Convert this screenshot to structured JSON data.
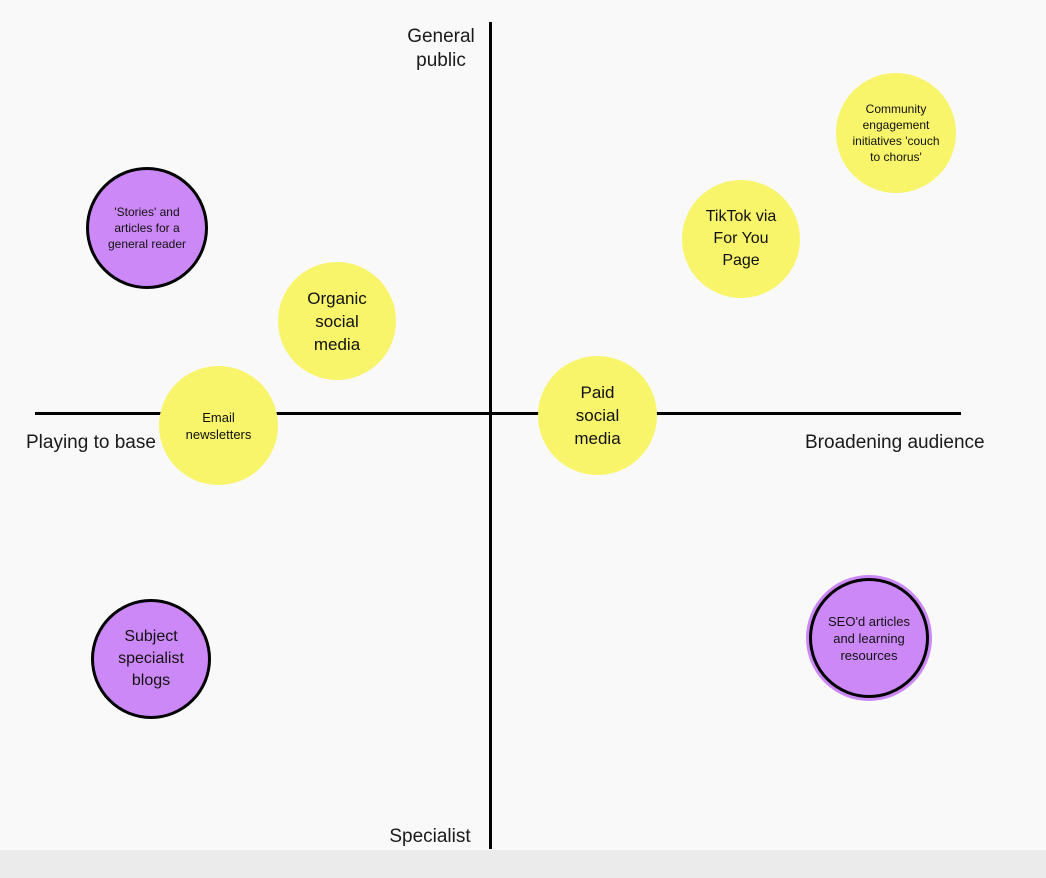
{
  "axes": {
    "top": "General public",
    "bottom": "Specialist",
    "left": "Playing to base",
    "right": "Broadening audience"
  },
  "colors": {
    "yellow": "#f8f56a",
    "purple": "#cc88f7",
    "axis": "#000000",
    "background": "#f9f9f9"
  },
  "items": {
    "stories": "'Stories' and articles for a general reader",
    "organic": "Organic social media",
    "email": "Email newsletters",
    "paid": "Paid social media",
    "tiktok": "TikTok via For You Page",
    "community": "Community engagement initiatives 'couch to chorus'",
    "subject": "Subject specialist blogs",
    "seo": "SEO'd articles and learning resources"
  }
}
